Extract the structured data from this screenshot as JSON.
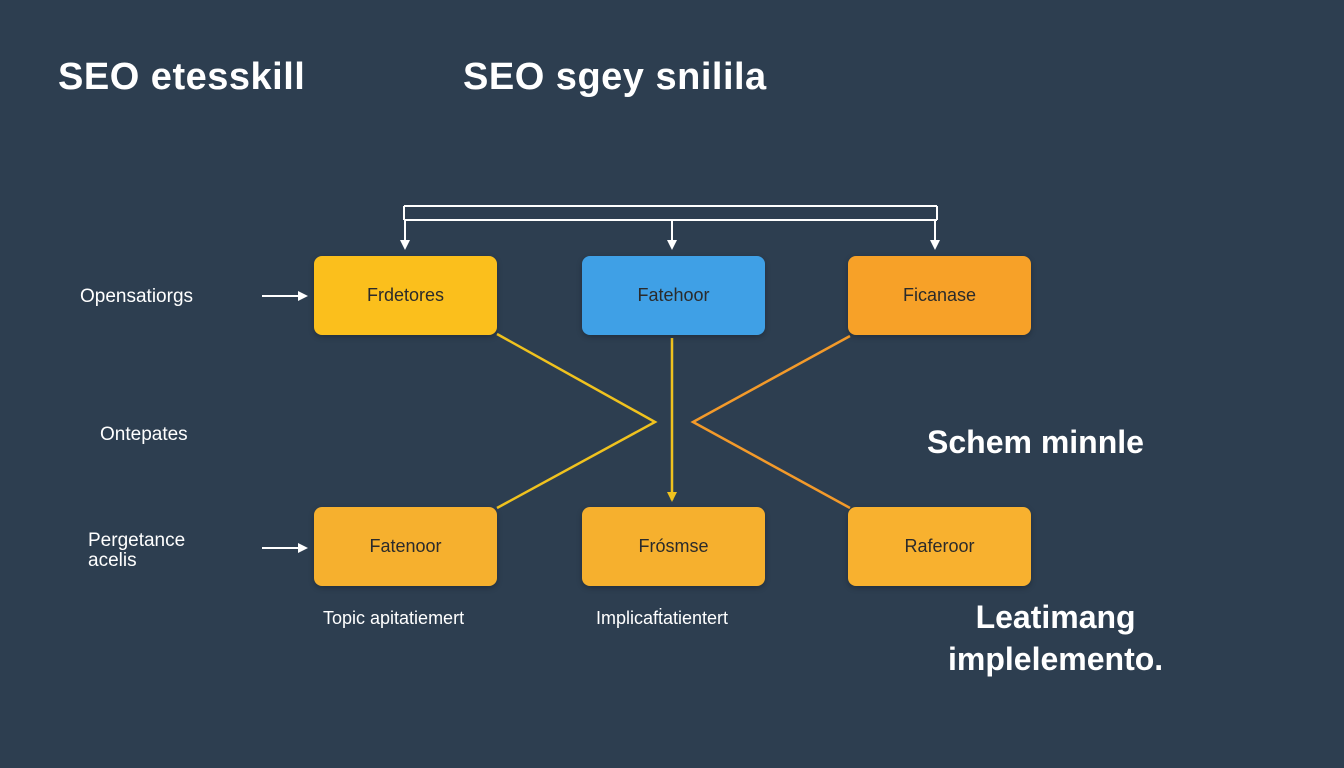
{
  "titles": {
    "left": "SEO etesskill",
    "right": "SEO sgey snilila"
  },
  "side_labels": {
    "opensatiorgs": "Opensatiorgs",
    "ontepates": "Ontepates",
    "pergetance_line1": "Pergetance",
    "pergetance_line2": "acelis"
  },
  "nodes": {
    "top_left": "Frdetores",
    "top_center": "Fatehoor",
    "top_right": "Ficanase",
    "bottom_left": "Fatenoor",
    "bottom_center": "Frósmse",
    "bottom_right": "Raferoor"
  },
  "under_labels": {
    "topic": "Topic apitatiemert",
    "implic": "Implicafṫatientert"
  },
  "big_labels": {
    "schem": "Schem minnle",
    "leat_line1": "Leatimang",
    "leat_line2": "implelemento."
  },
  "colors": {
    "background": "#2d3e50",
    "node_yellow": "#fbbf1c",
    "node_blue": "#3fa0e6",
    "node_orange": "#f7a128",
    "node_amber": "#f6b02e",
    "line_yellow": "#f0c21e",
    "line_orange": "#f39a2a",
    "line_white": "#ffffff"
  }
}
